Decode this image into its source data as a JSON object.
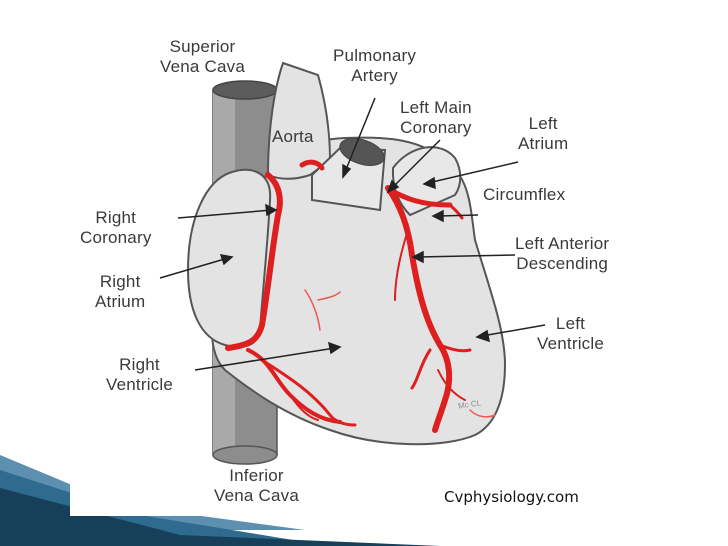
{
  "labels": {
    "superior_vena_cava": [
      "Superior",
      "Vena Cava"
    ],
    "pulmonary_artery": [
      "Pulmonary",
      "Artery"
    ],
    "left_main_coronary": [
      "Left Main",
      "Coronary"
    ],
    "left_atrium": [
      "Left",
      "Atrium"
    ],
    "aorta": "Aorta",
    "circumflex": "Circumflex",
    "right_coronary": [
      "Right",
      "Coronary"
    ],
    "left_anterior_descending": [
      "Left Anterior",
      "Descending"
    ],
    "right_atrium": [
      "Right",
      "Atrium"
    ],
    "left_ventricle": [
      "Left",
      "Ventricle"
    ],
    "right_ventricle": [
      "Right",
      "Ventricle"
    ],
    "inferior_vena_cava": [
      "Inferior",
      "Vena Cava"
    ]
  },
  "signature": "Mc CL",
  "credit": "Cvphysiology.com",
  "colors": {
    "heart_fill": "#e3e3e3",
    "outline": "#555555",
    "vessel": "#dd1f1f",
    "vena_cava": "#8d8d8d",
    "slide_accent": "#2e6b8f"
  }
}
